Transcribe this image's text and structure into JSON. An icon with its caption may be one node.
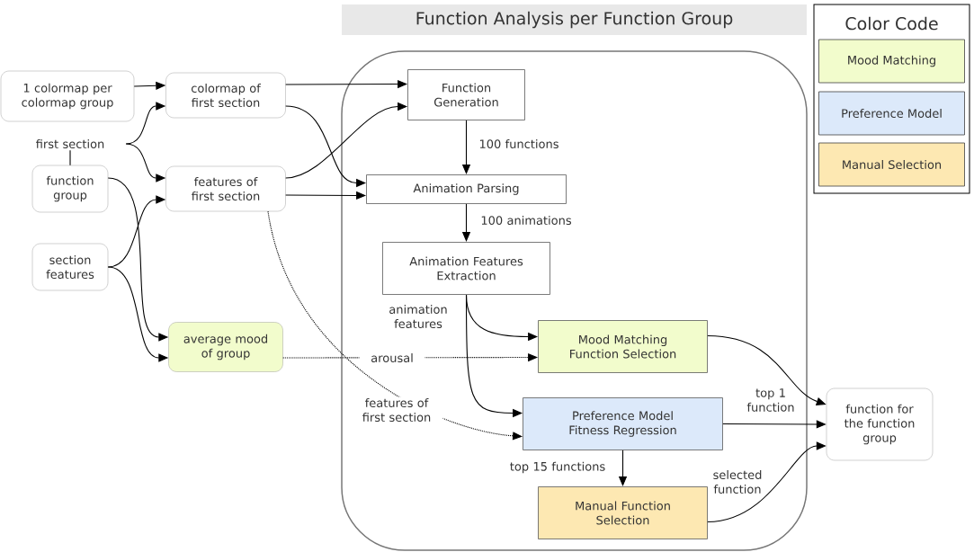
{
  "diagram": {
    "nodes": [
      {
        "text": [
          "Function Analysis per Function Group"
        ]
      },
      {
        "text": [
          "1 colormap per colormap group"
        ]
      },
      {
        "text": [
          "colormap of first section"
        ]
      },
      {
        "text": [
          "first section"
        ]
      },
      {
        "text": [
          "function group"
        ]
      },
      {
        "text": [
          "features of first section"
        ]
      },
      {
        "text": [
          "section features"
        ]
      },
      {
        "text": [
          "average mood of group"
        ]
      },
      {
        "text": [
          "Function Generation"
        ],
        "in": 0
      },
      {
        "text": [
          "Animation Parsing"
        ],
        "in": 0
      },
      {
        "text": [
          "Animation Features Extraction"
        ],
        "in": 0
      },
      {
        "text": [
          "Mood Matching Function Selection"
        ],
        "in": 0
      },
      {
        "text": [
          "Preference Model Fitness Regression"
        ],
        "in": 0
      },
      {
        "text": [
          "Manual Function Selection"
        ],
        "in": 0
      },
      {
        "text": [
          "function for the function group"
        ]
      }
    ],
    "edges": [
      {
        "from": 1,
        "to": 2,
        "arrow": "to"
      },
      {
        "from": 3,
        "to": 2,
        "arrow": "to"
      },
      {
        "from": 3,
        "to": 5,
        "arrow": "to"
      },
      {
        "from": 4,
        "to": 3,
        "arrow": "none"
      },
      {
        "from": 6,
        "to": 5,
        "arrow": "to"
      },
      {
        "from": 6,
        "to": 7,
        "arrow": "to"
      },
      {
        "from": 4,
        "to": 7,
        "arrow": "to"
      },
      {
        "from": 2,
        "to": 8,
        "arrow": "to"
      },
      {
        "from": 2,
        "to": 9,
        "arrow": "to"
      },
      {
        "from": 5,
        "to": 8,
        "arrow": "to"
      },
      {
        "from": 5,
        "to": 9,
        "arrow": "to"
      },
      {
        "from": 8,
        "to": 9,
        "arrow": "to",
        "label": "100 functions"
      },
      {
        "from": 9,
        "to": 10,
        "arrow": "to",
        "label": "100 animations"
      },
      {
        "from": 10,
        "to": 11,
        "arrow": "to",
        "label": "animation features"
      },
      {
        "from": 10,
        "to": 12,
        "arrow": "to"
      },
      {
        "from": 7,
        "to": 11,
        "arrow": "to",
        "style": "dashed",
        "label": "arousal"
      },
      {
        "from": 5,
        "to": 12,
        "arrow": "to",
        "style": "dashed",
        "label": "features of first section"
      },
      {
        "from": 12,
        "to": 13,
        "arrow": "to",
        "label": "top 15 functions"
      },
      {
        "from": 11,
        "to": 14,
        "arrow": "to"
      },
      {
        "from": 12,
        "to": 14,
        "arrow": "to",
        "label": "top 1 function"
      },
      {
        "from": 13,
        "to": 14,
        "arrow": "to",
        "label": "selected function"
      }
    ],
    "labels": [
      "Color Code"
    ],
    "legend": [
      {
        "text": "Mood Matching",
        "color": "#f2fccc"
      },
      {
        "text": "Preference Model",
        "color": "#dce9fa"
      },
      {
        "text": "Manual Selection",
        "color": "#fde8b2"
      }
    ]
  }
}
